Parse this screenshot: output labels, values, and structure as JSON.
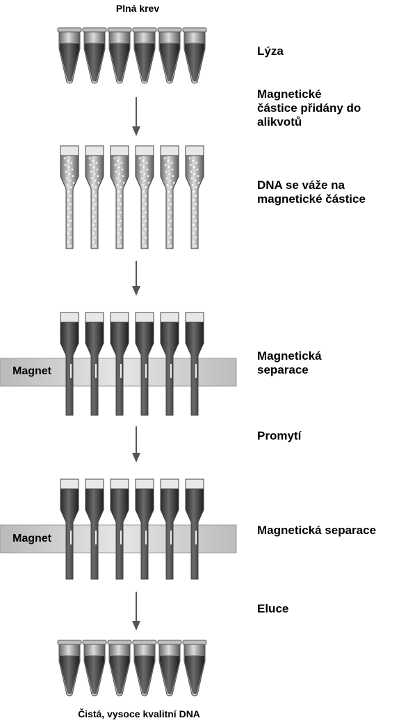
{
  "top_label": "Plná krev",
  "bottom_label": "Čistá, vysoce kvalitní DNA",
  "magnet_label": "Magnet",
  "steps": [
    "Lýza",
    "Magnetické\nčástice přidány do\nalikvotů",
    "DNA se váže na\nmagnetické částice",
    "Magnetická\nseparace",
    "Promytí",
    "Magnetická separace",
    "Eluce"
  ],
  "colors": {
    "liquid": "#3a3a3a",
    "tube_wall": "#7a7a7a",
    "rack": "#c8c8c8",
    "arrow": "#555555"
  },
  "icons": [
    "arrow-down-icon",
    "microtube-icon",
    "magnet-bar"
  ]
}
